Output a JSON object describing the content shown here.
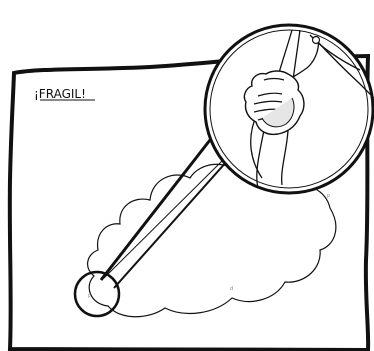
{
  "card": {
    "label": "¡FRAGIL!"
  },
  "colors": {
    "ink": "#111111",
    "paper": "#ffffff"
  },
  "icons": {
    "zoom_view": "magnifier-circle",
    "cloud": "cloud-outline",
    "hand": "hand-grip",
    "thread": "thread-strands"
  }
}
